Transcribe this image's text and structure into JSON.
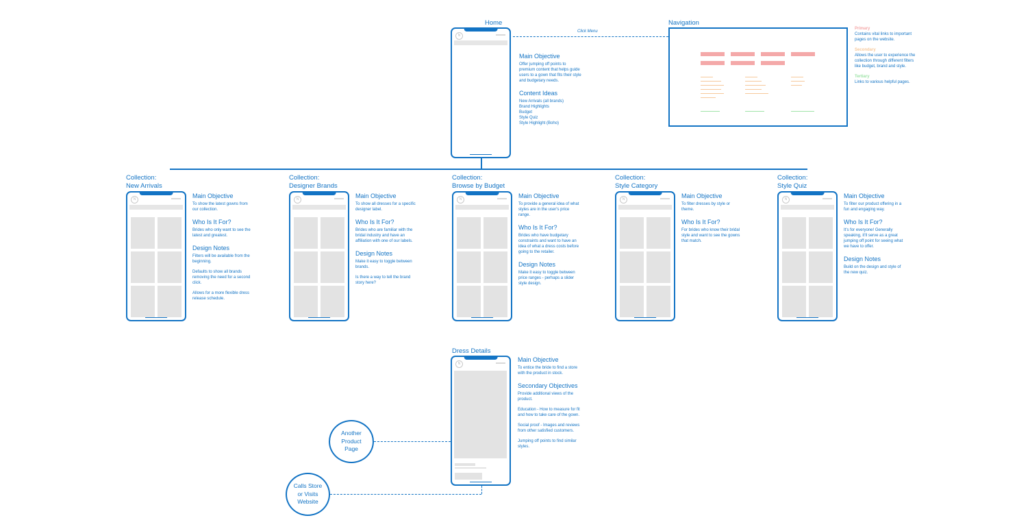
{
  "home": {
    "title": "Home",
    "main_objective_heading": "Main Objective",
    "main_objective_text": "Offer jumping off points to premium content that helps guide users to a gown that fits their style and budgetary needs.",
    "content_ideas_heading": "Content Ideas",
    "content_ideas": [
      "New Arrivals (all brands)",
      "Brand Highlights",
      "Budget",
      "Style Quiz",
      "Style Highlight (Boho)"
    ]
  },
  "connector": {
    "click_menu": "Click Menu"
  },
  "navigation": {
    "title": "Navigation",
    "legend": [
      {
        "heading": "Primary",
        "text": "Contains vital links to important pages on the website.",
        "color": "#f4a9a9"
      },
      {
        "heading": "Secondary",
        "text": "Allows the user to experience the collection through different filters like budget, brand and style.",
        "color": "#f6c89b"
      },
      {
        "heading": "Tertiary",
        "text": "Links to various helpful pages.",
        "color": "#9fe3a8"
      }
    ]
  },
  "collections": [
    {
      "title_line1": "Collection:",
      "title_line2": "New Arrivals",
      "sections": [
        {
          "heading": "Main Objective",
          "paras": [
            "To show the latest gowns from our collection."
          ]
        },
        {
          "heading": "Who Is It For?",
          "paras": [
            "Brides who only want to see the latest and greatest."
          ]
        },
        {
          "heading": "Design Notes",
          "paras": [
            "Filters will be available from the beginning.",
            "Defaults to show all brands removing the need for a second click.",
            "Allows for a more flexible dress release schedule."
          ]
        }
      ]
    },
    {
      "title_line1": "Collection:",
      "title_line2": "Designer Brands",
      "sections": [
        {
          "heading": "Main Objective",
          "paras": [
            "To show all dresses for a specific designer label."
          ]
        },
        {
          "heading": "Who Is It For?",
          "paras": [
            "Brides who are familiar with the bridal industry and have an affiliation with one of our labels."
          ]
        },
        {
          "heading": "Design Notes",
          "paras": [
            "Make it easy to toggle between brands.",
            "Is there a way to tell the brand story here?"
          ]
        }
      ]
    },
    {
      "title_line1": "Collection:",
      "title_line2": "Browse by Budget",
      "sections": [
        {
          "heading": "Main Objective",
          "paras": [
            "To provide a general idea of what styles are in the user's price range."
          ]
        },
        {
          "heading": "Who Is It For?",
          "paras": [
            "Brides who have budgetary constraints and want to have an idea of what a dress costs before going to the retailer."
          ]
        },
        {
          "heading": "Design Notes",
          "paras": [
            "Make it easy to toggle between price ranges - perhaps a slider style design."
          ]
        }
      ]
    },
    {
      "title_line1": "Collection:",
      "title_line2": "Style Category",
      "sections": [
        {
          "heading": "Main Objective",
          "paras": [
            "To filter dresses by style or theme."
          ]
        },
        {
          "heading": "Who Is It For?",
          "paras": [
            "For brides who know their bridal style and want to see the gowns that match."
          ]
        }
      ]
    },
    {
      "title_line1": "Collection:",
      "title_line2": "Style Quiz",
      "sections": [
        {
          "heading": "Main Objective",
          "paras": [
            "To filter our product offering in a fun and engaging way."
          ]
        },
        {
          "heading": "Who Is It For?",
          "paras": [
            "It's for everyone! Generally speaking, it'll serve as a great jumping off point for seeing what we have to offer."
          ]
        },
        {
          "heading": "Design Notes",
          "paras": [
            "Build on the design and style of the new quiz."
          ]
        }
      ]
    }
  ],
  "dress_details": {
    "title": "Dress Details",
    "main_objective_heading": "Main Objective",
    "main_objective_text": "To entice the bride to find a store with the product in stock.",
    "secondary_heading": "Secondary Objectives",
    "secondary_paras": [
      "Provide additional views of the product.",
      "Education - How to measure for fit and how to take care of the gown.",
      "Social proof - Images and reviews from other satisfied customers.",
      "Jumping off points to find similar styles."
    ]
  },
  "nodes": {
    "another_product_page": [
      "Another",
      "Product",
      "Page"
    ],
    "calls_store": [
      "Calls Store",
      "or Visits",
      "Website"
    ]
  },
  "colors": {
    "accent": "#1273c4",
    "primary": "#f4a9a9",
    "secondary": "#f6c89b",
    "tertiary": "#9fe3a8"
  }
}
